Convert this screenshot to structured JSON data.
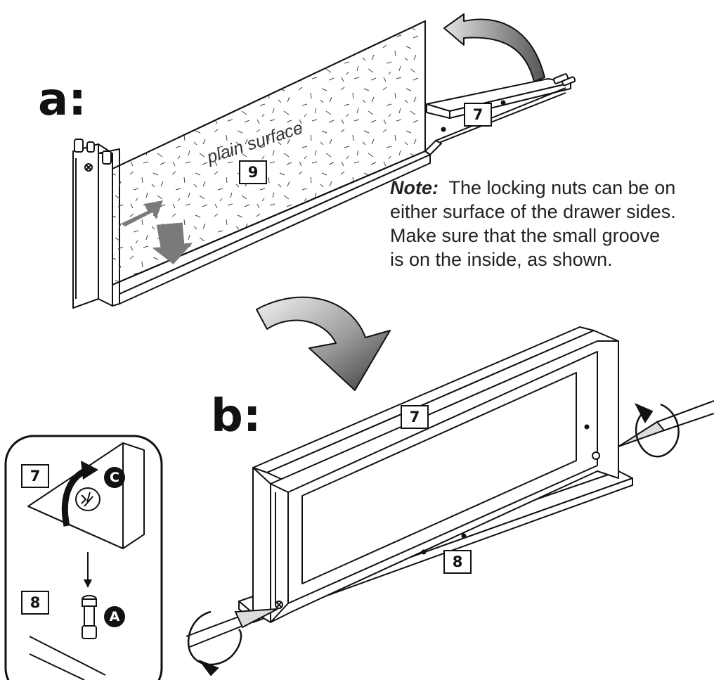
{
  "steps": {
    "a": "a:",
    "b": "b:"
  },
  "note": {
    "label": "Note:",
    "lines": [
      "The locking nuts can be on",
      "either surface of the drawer sides.",
      "Make sure that the small groove",
      "is on the inside, as shown."
    ]
  },
  "panel_label": "plain surface",
  "parts": {
    "a_top": "7",
    "a_panel": "9",
    "b_top": "7",
    "b_bottom": "8",
    "inset_top": "7",
    "inset_bottom": "8"
  },
  "hardware": {
    "cam_lock": "C",
    "cam_bolt": "A"
  },
  "icons": [
    "curved-arrow-icon",
    "rotate-arrow-icon",
    "down-arrow-icon",
    "cam-lock-icon",
    "cam-bolt-icon"
  ],
  "colors": {
    "line": "#111111",
    "arrow_gray": "#7a7a7a",
    "arrow_light": "#d8d8d8",
    "background": "#ffffff"
  }
}
